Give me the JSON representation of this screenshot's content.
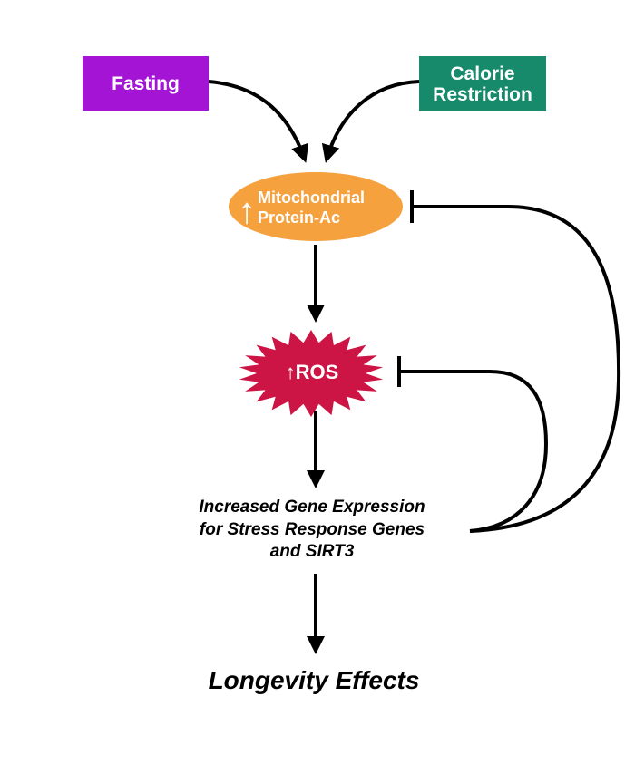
{
  "nodes": {
    "fasting": {
      "label": "Fasting",
      "color": "#a314d4"
    },
    "calorie_restriction": {
      "line1": "Calorie",
      "line2": "Restriction",
      "color": "#168a6a"
    },
    "mito": {
      "prefix": "↑",
      "line1": "Mitochondrial",
      "line2": "Protein-Ac",
      "color": "#f5a13d"
    },
    "ros": {
      "label": "↑ROS",
      "color": "#cc1445"
    },
    "gene_expression": {
      "line1": "Increased Gene Expression",
      "line2": "for Stress Response Genes",
      "line3": "and SIRT3"
    },
    "longevity": {
      "label": "Longevity Effects"
    }
  },
  "colors": {
    "arrow": "#000000",
    "background": "#ffffff"
  }
}
